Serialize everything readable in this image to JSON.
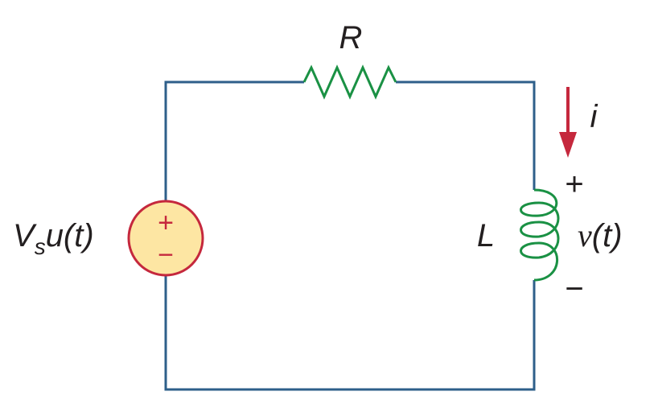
{
  "labels": {
    "resistor": "R",
    "current": "i",
    "inductor": "L",
    "source_main": "V",
    "source_sub": "s",
    "source_tail": "u(t)",
    "voltage_symbol": "v",
    "voltage_tail": "(t)",
    "plus": "+",
    "minus": "−",
    "source_plus": "+",
    "source_minus": "−"
  },
  "colors": {
    "wire": "#2e5f8a",
    "resistor": "#1a9144",
    "inductor": "#1a9144",
    "arrow": "#c5283d",
    "source_fill": "#fde6a3",
    "source_stroke": "#c5283d",
    "text": "#231f20"
  }
}
